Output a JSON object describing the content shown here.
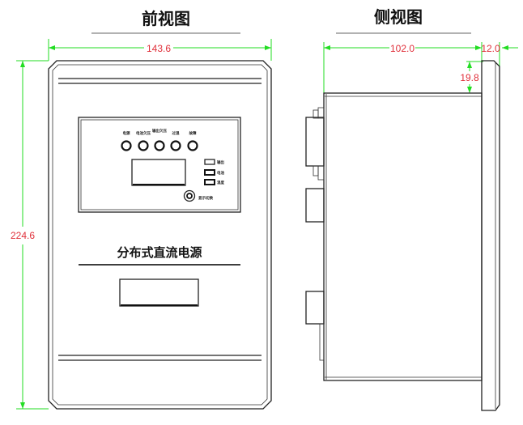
{
  "front_view": {
    "title": "前视图",
    "width_dim": "143.6",
    "height_dim": "224.6",
    "product_name": "分布式直流电源",
    "indicator_labels": [
      "电源",
      "电池欠压",
      "输出欠压",
      "过温",
      "故障"
    ],
    "status_labels": [
      "输出",
      "电池",
      "温度"
    ],
    "switch_label": "显示切换"
  },
  "side_view": {
    "title": "侧视图",
    "depth_dim": "102.0",
    "panel_dim": "12.0",
    "offset_dim": "19.8"
  },
  "colors": {
    "dimension_line": "#22dd22",
    "dimension_text": "#e0303a",
    "outline": "#222222"
  }
}
